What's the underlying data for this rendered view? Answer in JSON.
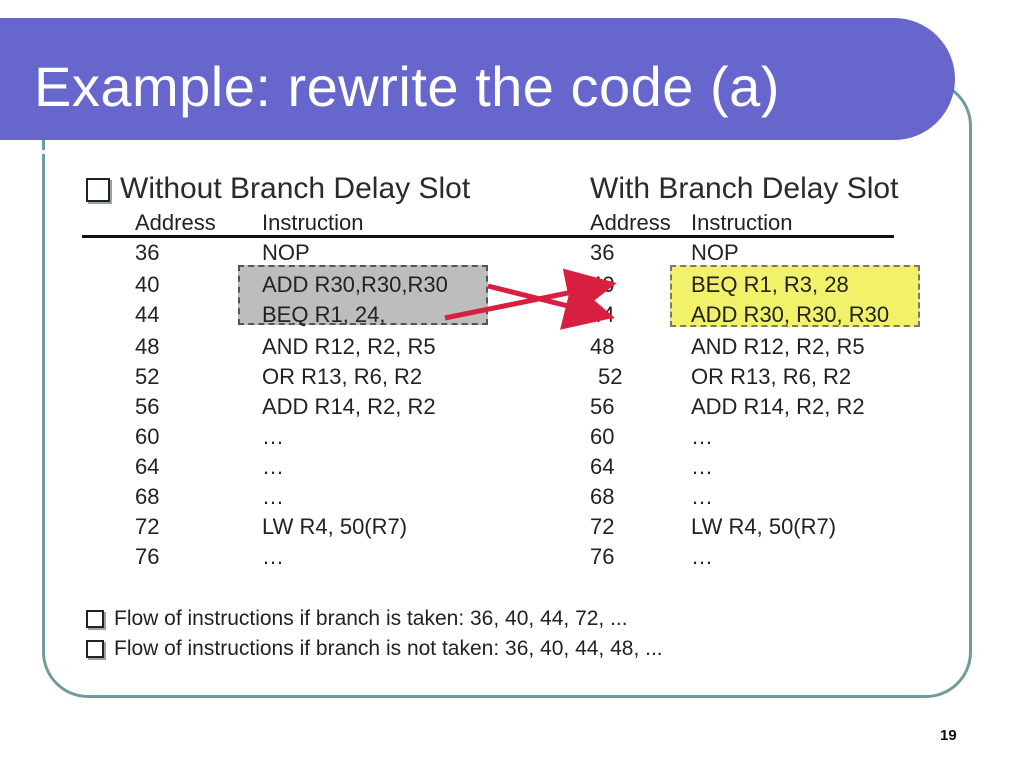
{
  "title": "Example: rewrite the code (a)",
  "left": {
    "heading": "Without Branch Delay Slot",
    "address_header": "Address",
    "instruction_header": "Instruction",
    "rows": [
      {
        "address": "36",
        "instruction": "NOP"
      },
      {
        "address": "40",
        "instruction": "ADD  R30,R30,R30"
      },
      {
        "address": "44",
        "instruction": "BEQ R1, 24,"
      },
      {
        "address": "48",
        "instruction": "AND  R12, R2, R5"
      },
      {
        "address": "52",
        "instruction": "OR  R13, R6, R2"
      },
      {
        "address": "56",
        "instruction": "ADD R14, R2, R2"
      },
      {
        "address": "60",
        "instruction": "…"
      },
      {
        "address": "64",
        "instruction": "…"
      },
      {
        "address": "68",
        "instruction": "…"
      },
      {
        "address": "72",
        "instruction": "LW  R4, 50(R7)"
      },
      {
        "address": "76",
        "instruction": "…"
      }
    ]
  },
  "right": {
    "heading": "With Branch Delay Slot",
    "address_header": "Address",
    "instruction_header": "Instruction",
    "rows": [
      {
        "address": "36",
        "instruction": "NOP"
      },
      {
        "address": "40",
        "instruction": "BEQ R1, R3, 28"
      },
      {
        "address": "44",
        "instruction": "ADD R30, R30, R30"
      },
      {
        "address": "48",
        "instruction": " AND  R12, R2, R5"
      },
      {
        "address": "52",
        "instruction": "OR  R13, R6, R2"
      },
      {
        "address": "56",
        "instruction": "ADD R14, R2, R2"
      },
      {
        "address": "60",
        "instruction": "…"
      },
      {
        "address": "64",
        "instruction": "…"
      },
      {
        "address": "68",
        "instruction": "…"
      },
      {
        "address": "72",
        "instruction": "LW R4, 50(R7)"
      },
      {
        "address": "76",
        "instruction": "…"
      }
    ]
  },
  "bullets": [
    "Flow of instructions if branch is taken:   36, 40, 44, 72, ...",
    "Flow of instructions if branch is not taken: 36, 40, 44, 48, ..."
  ],
  "page_number": "19",
  "colors": {
    "title_bar": "#6666cc",
    "frame_border": "#6e9c9c",
    "highlight_gray": "#bdbdbd",
    "highlight_yellow": "#f2f26a",
    "arrow": "#d81f3f"
  },
  "icons": [
    "checkbox-bullet-icon",
    "swap-arrows-icon"
  ]
}
